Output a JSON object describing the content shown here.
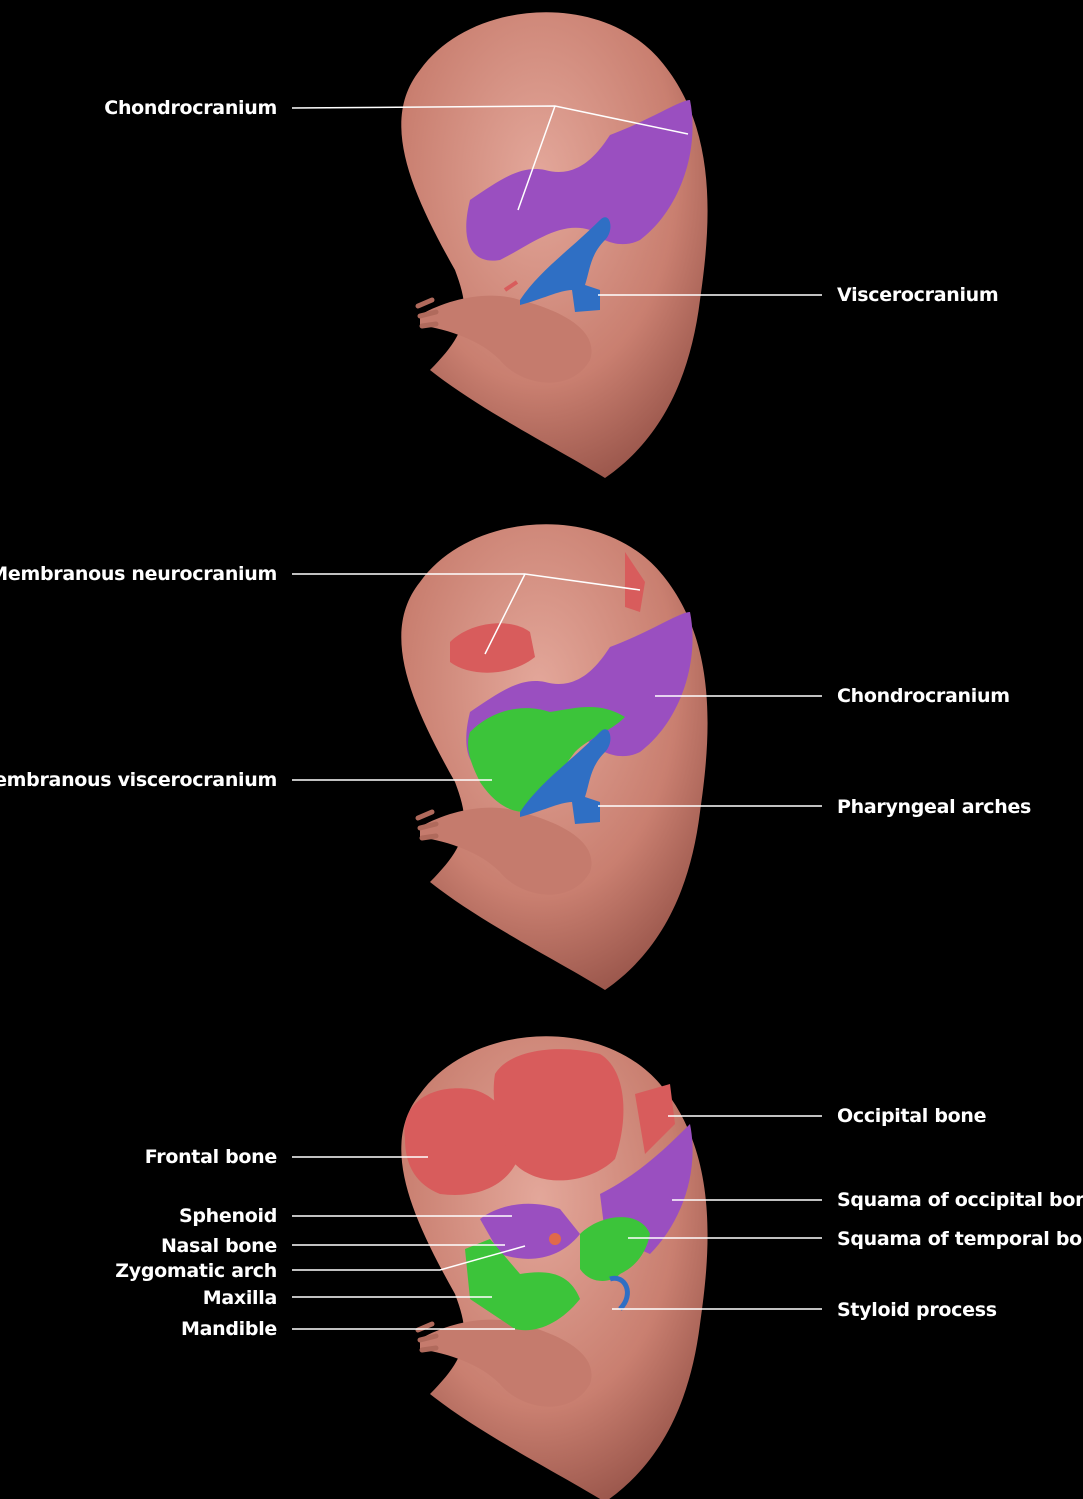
{
  "panels": [
    {
      "labels_left": [
        "Chondrocranium"
      ],
      "labels_right": [
        "Viscerocranium"
      ]
    },
    {
      "labels_left": [
        "Membranous neurocranium",
        "Membranous viscerocranium"
      ],
      "labels_right": [
        "Chondrocranium",
        "Pharyngeal arches"
      ]
    },
    {
      "labels_left": [
        "Frontal bone",
        "Sphenoid",
        "Nasal bone",
        "Zygomatic arch",
        "Maxilla",
        "Mandible"
      ],
      "labels_right": [
        "Occipital bone",
        "Squama of occipital bone",
        "Squama of temporal bone",
        "Styloid process"
      ]
    }
  ],
  "colors": {
    "background": "#000000",
    "skin": "#d08a7c",
    "chondrocranium": "#9a4fc0",
    "membranous_bone": "#d85c5c",
    "viscerocranium_green": "#3cc43a",
    "pharyngeal_blue": "#2f6fc4",
    "leader_line": "#ffffff"
  }
}
